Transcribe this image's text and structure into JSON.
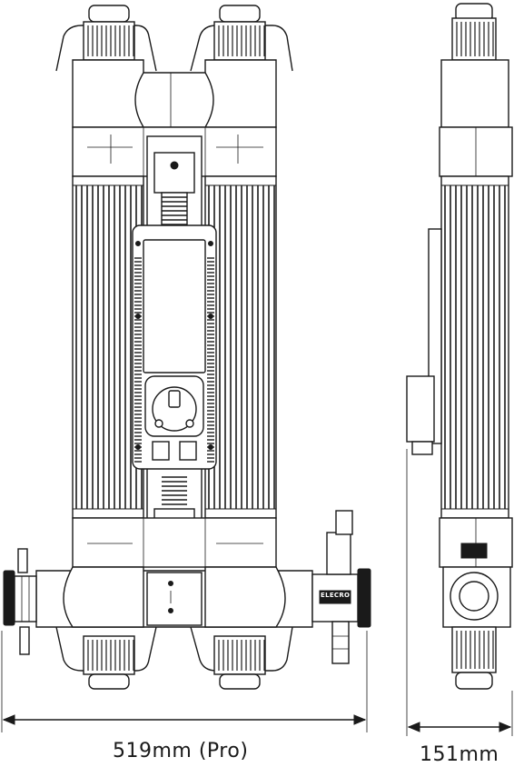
{
  "dimensions": {
    "width_label": "519mm (Pro)",
    "depth_label": "151mm"
  },
  "brand": {
    "name": "ELECRO"
  },
  "colors": {
    "line": "#1a1a1a",
    "fill_light": "#d9d9d9",
    "background": "#ffffff"
  }
}
